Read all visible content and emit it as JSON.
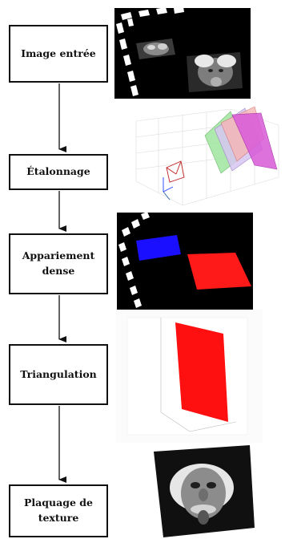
{
  "steps": [
    {
      "label": "Image entrée"
    },
    {
      "label": "Étalonnage"
    },
    {
      "label": "Appariement dense"
    },
    {
      "label": "Triangulation"
    },
    {
      "label": "Plaquage de texture"
    }
  ],
  "colors": {
    "ink": "#111111",
    "match_left": "#1a10ff",
    "match_right": "#ff1a1a",
    "triangulated": "#ff1010",
    "background_dark": "#000000"
  }
}
